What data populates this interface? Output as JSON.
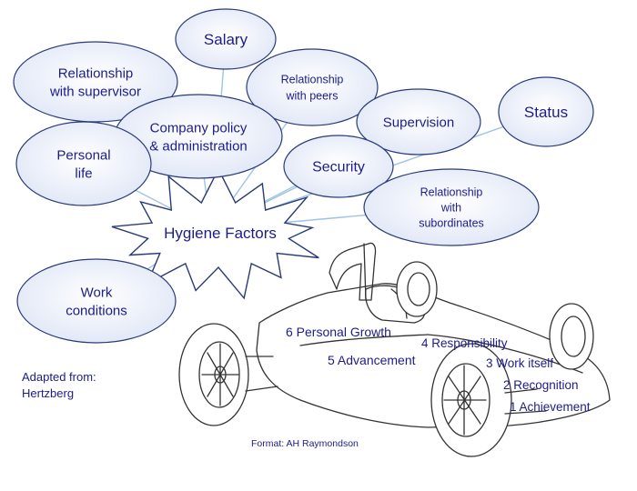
{
  "center_label": "Hygiene Factors",
  "hygiene_factors": [
    {
      "id": "salary",
      "lines": [
        "Salary"
      ]
    },
    {
      "id": "relationship-with-supervisor",
      "lines": [
        "Relationship",
        "with supervisor"
      ]
    },
    {
      "id": "relationship-with-peers",
      "lines": [
        "Relationship",
        "with peers"
      ]
    },
    {
      "id": "company-policy",
      "lines": [
        "Company policy",
        "& administration"
      ]
    },
    {
      "id": "supervision",
      "lines": [
        "Supervision"
      ]
    },
    {
      "id": "status",
      "lines": [
        "Status"
      ]
    },
    {
      "id": "personal-life",
      "lines": [
        "Personal",
        "life"
      ]
    },
    {
      "id": "security",
      "lines": [
        "Security"
      ]
    },
    {
      "id": "relationship-with-subordinates",
      "lines": [
        "Relationship",
        "with",
        "subordinates"
      ]
    },
    {
      "id": "work-conditions",
      "lines": [
        "Work",
        "conditions"
      ]
    }
  ],
  "motivators": [
    {
      "id": "personal-growth",
      "label": "6 Personal Growth"
    },
    {
      "id": "responsibility",
      "label": "4 Responsibility"
    },
    {
      "id": "advancement",
      "label": "5 Advancement"
    },
    {
      "id": "work-itself",
      "label": "3 Work itself"
    },
    {
      "id": "recognition",
      "label": "2 Recognition"
    },
    {
      "id": "achievement",
      "label": "1 Achievement"
    }
  ],
  "source_note": {
    "line1": "Adapted from:",
    "line2": "Hertzberg"
  },
  "format_credit": "Format: AH Raymondson",
  "colors": {
    "text": "#1c1c8c",
    "bubble_fill": "#e9eef9",
    "bubble_stroke": "#2a3a78",
    "connector": "#9dc3e6",
    "car_stroke": "#333333"
  }
}
